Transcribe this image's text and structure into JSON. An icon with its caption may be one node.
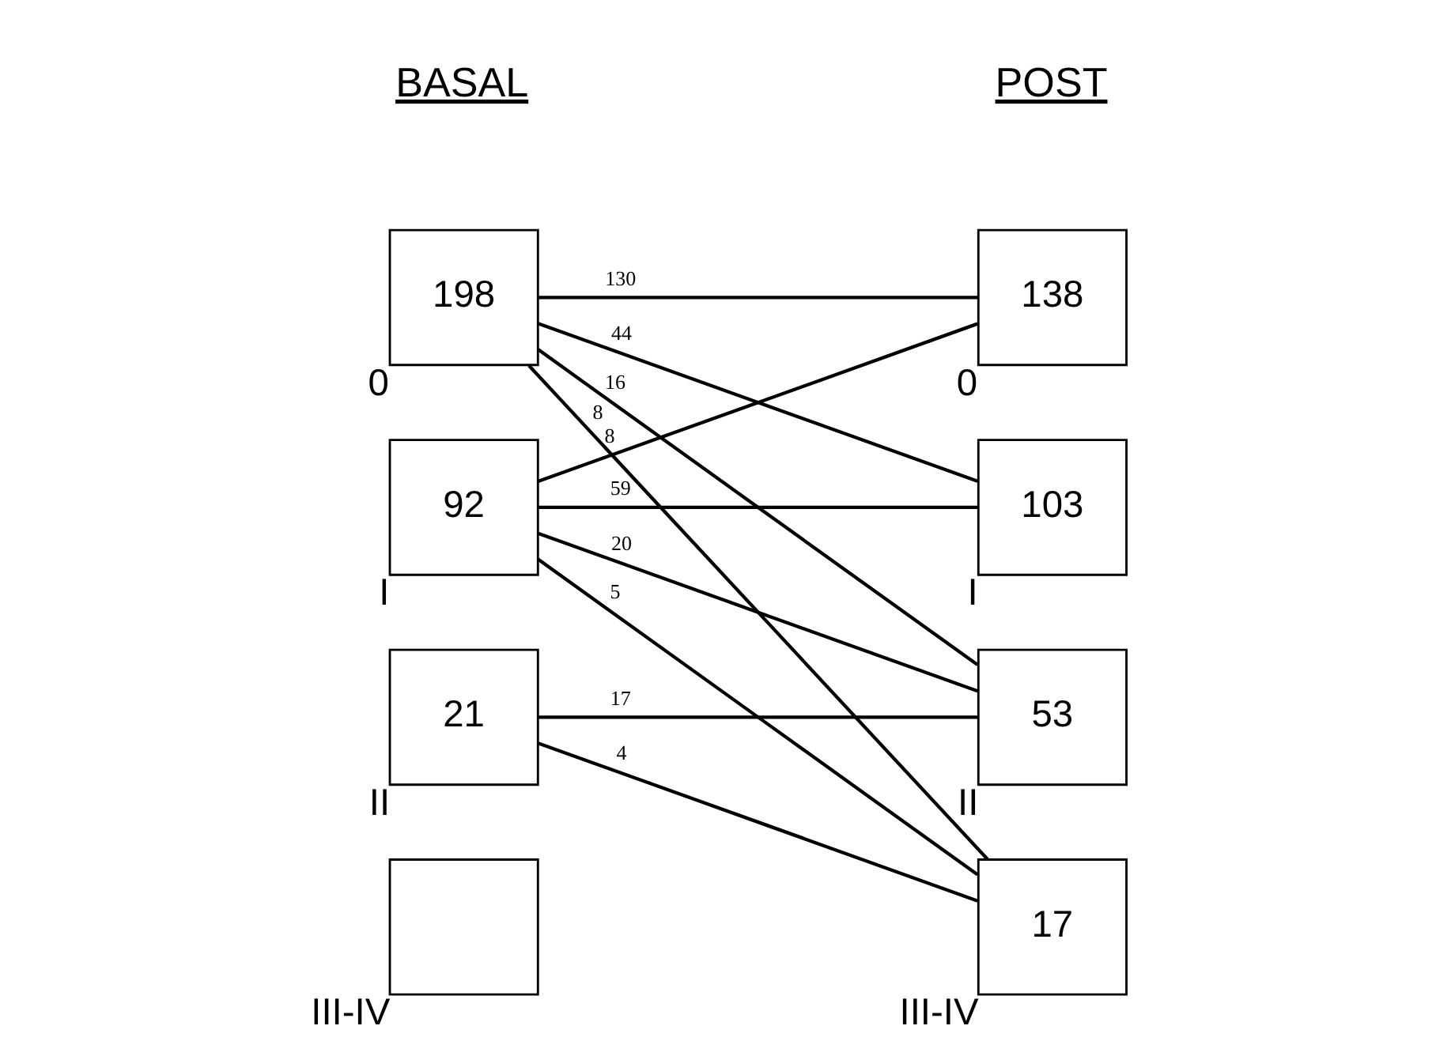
{
  "diagram": {
    "nodes": [
      {
        "text": [
          "198"
        ],
        "beside": [
          "0"
        ]
      },
      {
        "text": [
          "92"
        ],
        "beside": [
          "I"
        ]
      },
      {
        "text": [
          "21"
        ],
        "beside": [
          "II"
        ]
      },
      {
        "text": [],
        "shape": "box",
        "beside": [
          "III-IV"
        ]
      },
      {
        "text": [
          "138"
        ],
        "beside": [
          "0"
        ]
      },
      {
        "text": [
          "103"
        ],
        "beside": [
          "I"
        ]
      },
      {
        "text": [
          "53"
        ],
        "beside": [
          "II"
        ]
      },
      {
        "text": [
          "17"
        ],
        "beside": [
          "III-IV"
        ]
      }
    ],
    "edges": [
      {
        "from": 0,
        "to": 4,
        "arrow": "none",
        "label": "130"
      },
      {
        "from": 0,
        "to": 5,
        "arrow": "none",
        "label": "44"
      },
      {
        "from": 0,
        "to": 6,
        "arrow": "none",
        "label": "16"
      },
      {
        "from": 0,
        "to": 7,
        "arrow": "none",
        "label": "8"
      },
      {
        "from": 1,
        "to": 4,
        "arrow": "none",
        "label": "8"
      },
      {
        "from": 1,
        "to": 5,
        "arrow": "none",
        "label": "59"
      },
      {
        "from": 1,
        "to": 6,
        "arrow": "none",
        "label": "20"
      },
      {
        "from": 1,
        "to": 7,
        "arrow": "none",
        "label": "5"
      },
      {
        "from": 2,
        "to": 6,
        "arrow": "none",
        "label": "17"
      },
      {
        "from": 2,
        "to": 7,
        "arrow": "none",
        "label": "4"
      }
    ],
    "labels": [
      "BASAL",
      "POST"
    ]
  }
}
